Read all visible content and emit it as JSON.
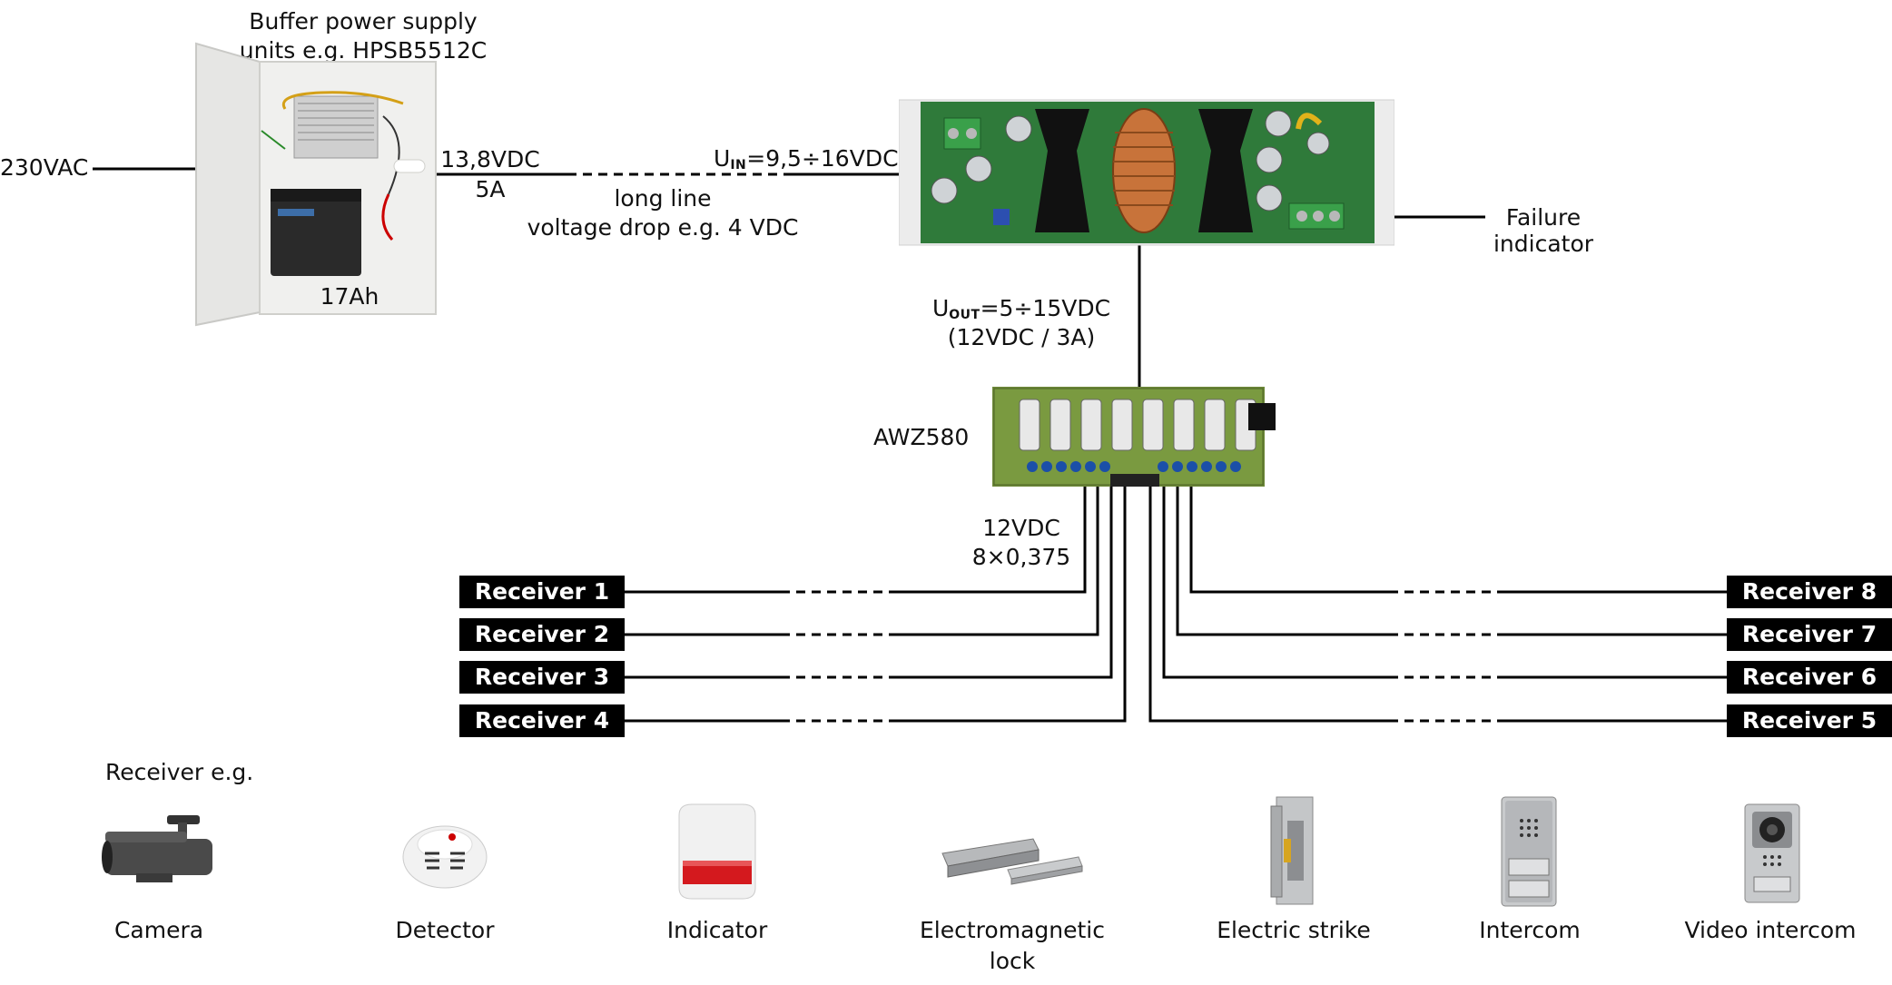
{
  "power_supply": {
    "title_line1": "Buffer power supply",
    "title_line2": "units e.g. HPSB5512C",
    "battery_label": "17Ah",
    "input_label": "230VAC",
    "output_voltage": "13,8VDC",
    "output_current": "5A"
  },
  "line": {
    "label_line1": "long line",
    "label_line2": "voltage drop e.g. 4 VDC"
  },
  "converter": {
    "input_prefix": "U",
    "input_sub": "IN",
    "input_value": "=9,5÷16VDC",
    "output_prefix": "U",
    "output_sub": "OUT",
    "output_value": "=5÷15VDC",
    "output_rating": "(12VDC / 3A)",
    "failure_line1": "Failure",
    "failure_line2": "indicator"
  },
  "distribution": {
    "module_name": "AWZ580",
    "out_voltage": "12VDC",
    "out_channels": "8×0,375"
  },
  "receivers_left": [
    "Receiver 1",
    "Receiver 2",
    "Receiver 3",
    "Receiver 4"
  ],
  "receivers_right": [
    "Receiver 8",
    "Receiver 7",
    "Receiver 6",
    "Receiver 5"
  ],
  "examples": {
    "heading": "Receiver e.g.",
    "items": [
      "Camera",
      "Detector",
      "Indicator",
      "Electromagnetic",
      "lock",
      "Electric strike",
      "Intercom",
      "Video intercom"
    ]
  },
  "colors": {
    "pcb_green": "#2f7a3a",
    "enclosure": "#eeeeec",
    "receiver_bg": "#000000",
    "wire": "#000000"
  }
}
